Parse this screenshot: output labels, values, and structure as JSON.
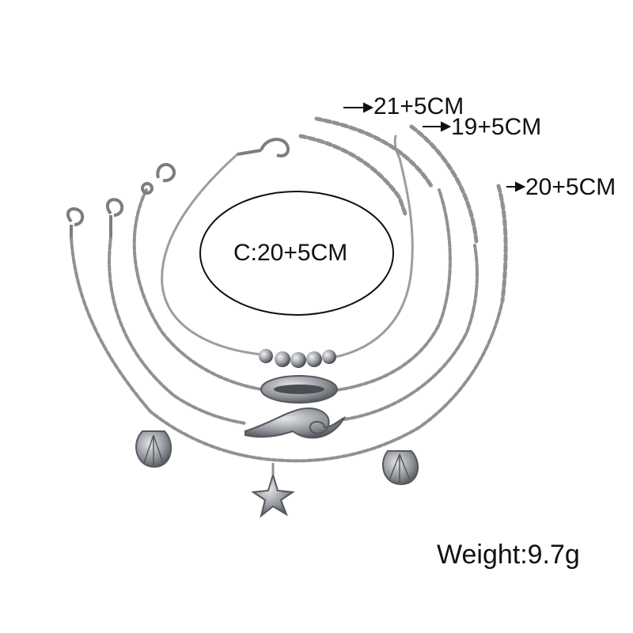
{
  "labels": {
    "length_top": "21+5CM",
    "length_second": "19+5CM",
    "length_right": "20+5CM",
    "circle_text": "C:20+5CM",
    "weight": "Weight:9.7g"
  },
  "colors": {
    "chain": "#8e9196",
    "chain_light": "#c9ccd0",
    "charm": "#6b6e73",
    "text": "#111111",
    "background": "#ffffff"
  }
}
